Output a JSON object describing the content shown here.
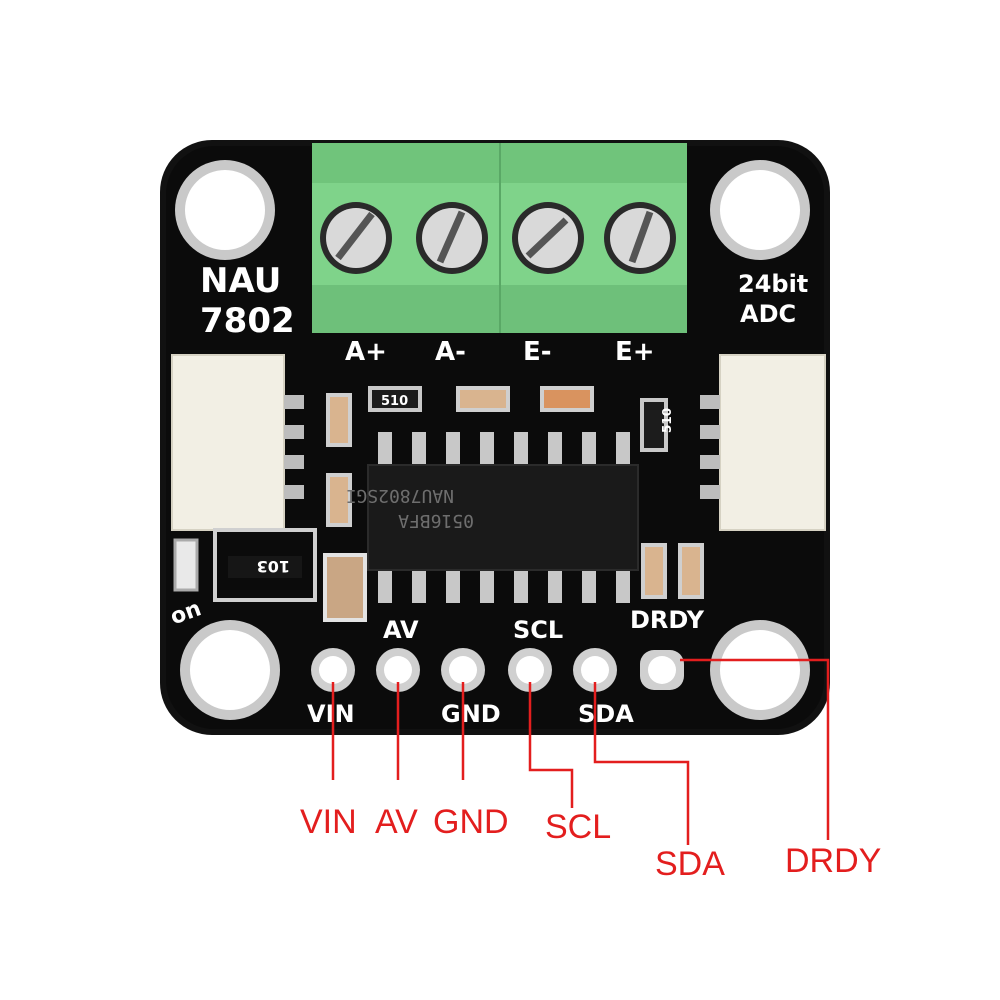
{
  "board": {
    "title_line1": "NAU",
    "title_line2": "7802",
    "spec_line1": "24bit",
    "spec_line2": "ADC",
    "power_led_label": "on",
    "chip_marking_line1": "NAU7802SGI",
    "chip_marking_line2": "0516BFA",
    "resistor_array_code": "103",
    "resistor_code_top": "510",
    "resistor_code_side": "510",
    "terminal_labels": [
      "A+",
      "A-",
      "E-",
      "E+"
    ],
    "pin_labels_top": [
      "AV",
      "SCL",
      "DRDY"
    ],
    "pin_labels_bottom": [
      "VIN",
      "GND",
      "SDA"
    ]
  },
  "callouts": [
    "VIN",
    "AV",
    "GND",
    "SCL",
    "SDA",
    "DRDY"
  ],
  "colors": {
    "pcb": "#0d0d0d",
    "terminal_block": "#7fd38a",
    "callout": "#e31e1e",
    "silkscreen": "#ffffff"
  }
}
